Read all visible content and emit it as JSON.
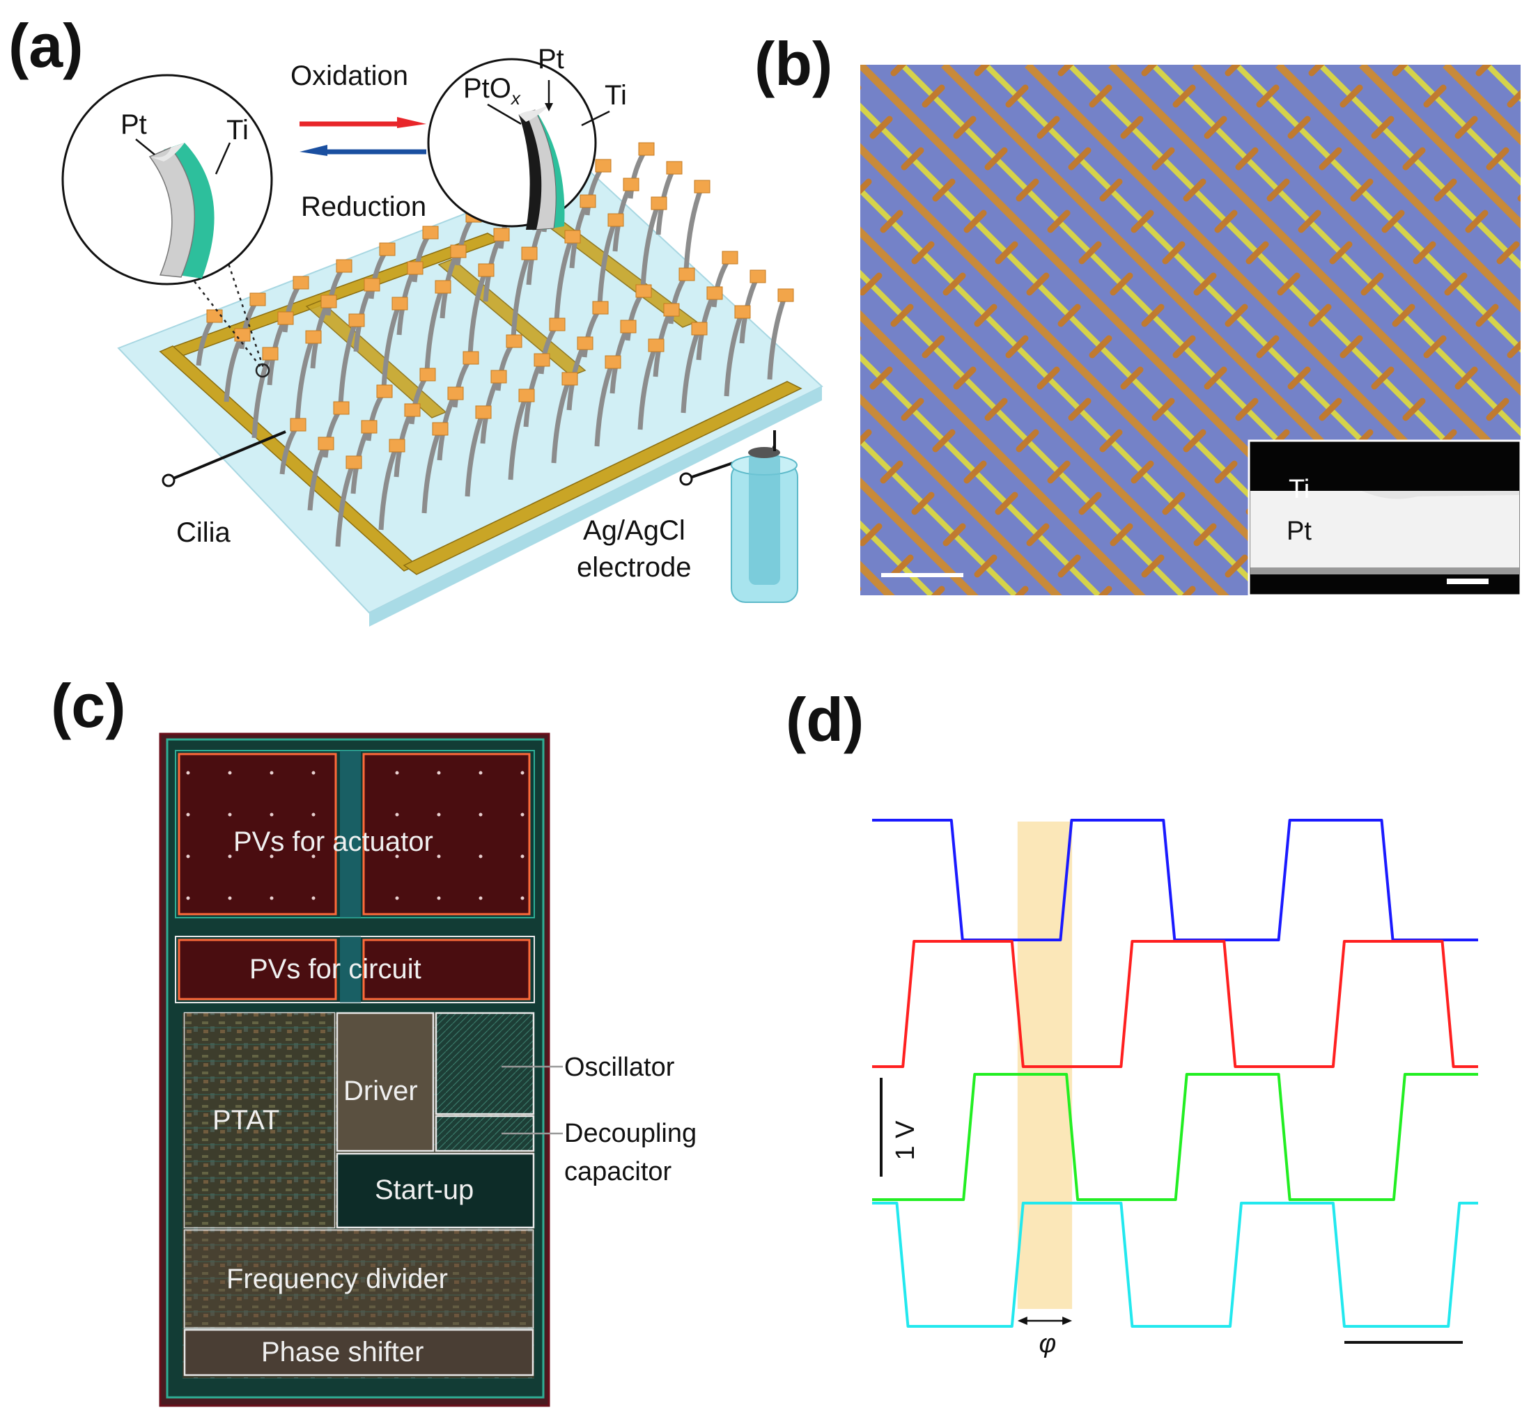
{
  "panels": {
    "a": {
      "label": "(a)",
      "oxidation": "Oxidation",
      "reduction": "Reduction",
      "left_pt": "Pt",
      "left_ti": "Ti",
      "right_ptox": "PtO",
      "right_ptox_sub": "x",
      "right_pt": "Pt",
      "right_ti": "Ti",
      "cilia": "Cilia",
      "electrode_line1": "Ag/AgCl",
      "electrode_line2": "electrode"
    },
    "b": {
      "label": "(b)",
      "inset_ti": "Ti",
      "inset_pt": "Pt"
    },
    "c": {
      "label": "(c)",
      "pv_actuator": "PVs for actuator",
      "pv_circuit": "PVs for circuit",
      "ptat": "PTAT",
      "driver": "Driver",
      "startup": "Start-up",
      "freq_divider": "Frequency divider",
      "phase_shifter": "Phase shifter",
      "oscillator": "Oscillator",
      "decoupling_line1": "Decoupling",
      "decoupling_line2": "capacitor"
    },
    "d": {
      "label": "(d)",
      "scale_v": "1 V",
      "phi": "φ"
    }
  },
  "chart_data": {
    "type": "line",
    "traces": [
      {
        "color": "#1a1aff",
        "high_intervals": [
          [
            0,
            0.14
          ],
          [
            0.32,
            0.49
          ],
          [
            0.68,
            0.85
          ]
        ]
      },
      {
        "color": "#ff2020",
        "high_intervals": [
          [
            0.06,
            0.24
          ],
          [
            0.42,
            0.59
          ],
          [
            0.77,
            0.95
          ]
        ]
      },
      {
        "color": "#22ee22",
        "high_intervals": [
          [
            0.16,
            0.33
          ],
          [
            0.51,
            0.68
          ],
          [
            0.87,
            1.0
          ]
        ]
      },
      {
        "color": "#22e8ee",
        "high_intervals": [
          [
            0,
            0.05
          ],
          [
            0.24,
            0.42
          ],
          [
            0.6,
            0.77
          ],
          [
            0.96,
            1.0
          ]
        ]
      }
    ],
    "phase_highlight": [
      0.24,
      0.33
    ],
    "highlight_color": "#fbe7b8"
  },
  "colors": {
    "gold": "#c9a526",
    "cilia_pad": "#f2a54a",
    "substrate": "#bfe9f2",
    "sem_blue": "#6f7fc6",
    "chip_bg": "#0d3b36",
    "pv_fill": "#4a0d10"
  }
}
